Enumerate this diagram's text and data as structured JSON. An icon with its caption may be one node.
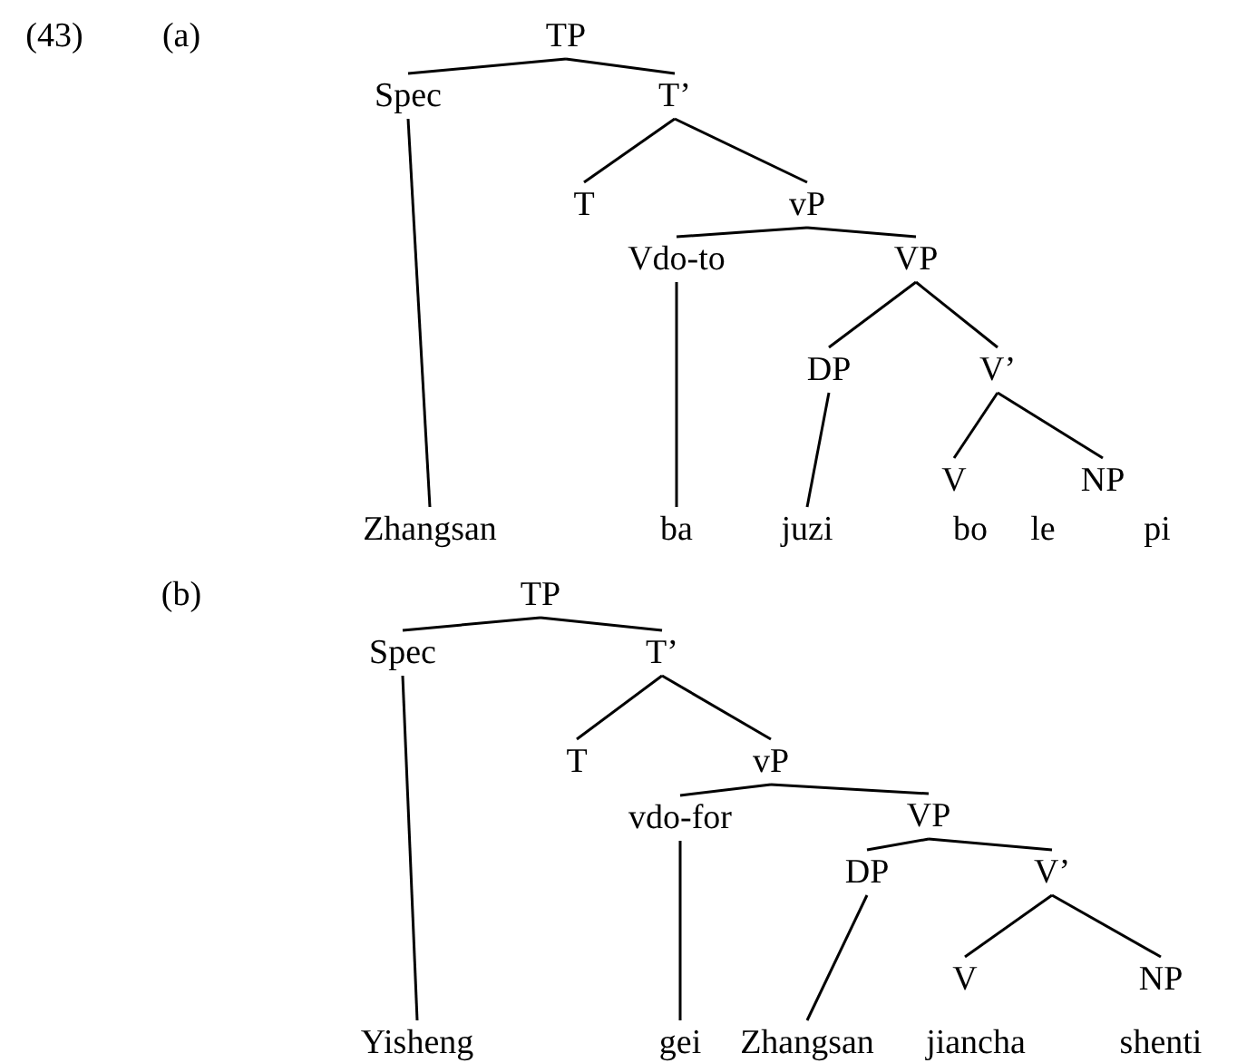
{
  "diagram": {
    "nodes": [
      {
        "text": [
          "TP"
        ]
      },
      {
        "text": [
          "Spec"
        ]
      },
      {
        "text": [
          "T’"
        ]
      },
      {
        "text": [
          "T"
        ]
      },
      {
        "text": [
          "vP"
        ]
      },
      {
        "text": [
          "Vdo-to"
        ]
      },
      {
        "text": [
          "VP"
        ]
      },
      {
        "text": [
          "DP"
        ]
      },
      {
        "text": [
          "V’"
        ]
      },
      {
        "text": [
          "V"
        ]
      },
      {
        "text": [
          "NP"
        ]
      },
      {
        "text": [
          "Zhangsan"
        ]
      },
      {
        "text": [
          "ba"
        ]
      },
      {
        "text": [
          "juzi"
        ]
      },
      {
        "text": [
          "TP"
        ]
      },
      {
        "text": [
          "Spec"
        ]
      },
      {
        "text": [
          "T’"
        ]
      },
      {
        "text": [
          "T"
        ]
      },
      {
        "text": [
          "vP"
        ]
      },
      {
        "text": [
          "vdo-for"
        ]
      },
      {
        "text": [
          "VP"
        ]
      },
      {
        "text": [
          "DP"
        ]
      },
      {
        "text": [
          "V’"
        ]
      },
      {
        "text": [
          "V"
        ]
      },
      {
        "text": [
          "NP"
        ]
      },
      {
        "text": [
          "Yisheng"
        ]
      },
      {
        "text": [
          "gei"
        ]
      },
      {
        "text": [
          "Zhangsan"
        ]
      }
    ],
    "edges": [
      {
        "from": 0,
        "to": 1,
        "arrow": "none"
      },
      {
        "from": 0,
        "to": 2,
        "arrow": "none"
      },
      {
        "from": 2,
        "to": 3,
        "arrow": "none"
      },
      {
        "from": 2,
        "to": 4,
        "arrow": "none"
      },
      {
        "from": 4,
        "to": 5,
        "arrow": "none"
      },
      {
        "from": 4,
        "to": 6,
        "arrow": "none"
      },
      {
        "from": 6,
        "to": 7,
        "arrow": "none"
      },
      {
        "from": 6,
        "to": 8,
        "arrow": "none"
      },
      {
        "from": 8,
        "to": 9,
        "arrow": "none"
      },
      {
        "from": 8,
        "to": 10,
        "arrow": "none"
      },
      {
        "from": 1,
        "to": 11,
        "arrow": "none"
      },
      {
        "from": 5,
        "to": 12,
        "arrow": "none"
      },
      {
        "from": 7,
        "to": 13,
        "arrow": "none"
      },
      {
        "from": 14,
        "to": 15,
        "arrow": "none"
      },
      {
        "from": 14,
        "to": 16,
        "arrow": "none"
      },
      {
        "from": 16,
        "to": 17,
        "arrow": "none"
      },
      {
        "from": 16,
        "to": 18,
        "arrow": "none"
      },
      {
        "from": 18,
        "to": 19,
        "arrow": "none"
      },
      {
        "from": 18,
        "to": 20,
        "arrow": "none"
      },
      {
        "from": 20,
        "to": 21,
        "arrow": "none"
      },
      {
        "from": 20,
        "to": 22,
        "arrow": "none"
      },
      {
        "from": 22,
        "to": 23,
        "arrow": "none"
      },
      {
        "from": 22,
        "to": 24,
        "arrow": "none"
      },
      {
        "from": 15,
        "to": 25,
        "arrow": "none"
      },
      {
        "from": 19,
        "to": 26,
        "arrow": "none"
      },
      {
        "from": 21,
        "to": 27,
        "arrow": "none"
      }
    ],
    "labels": [
      "(43)",
      "(a)",
      "bo",
      "le",
      "pi",
      "(b)",
      "jiancha",
      "shenti"
    ]
  }
}
